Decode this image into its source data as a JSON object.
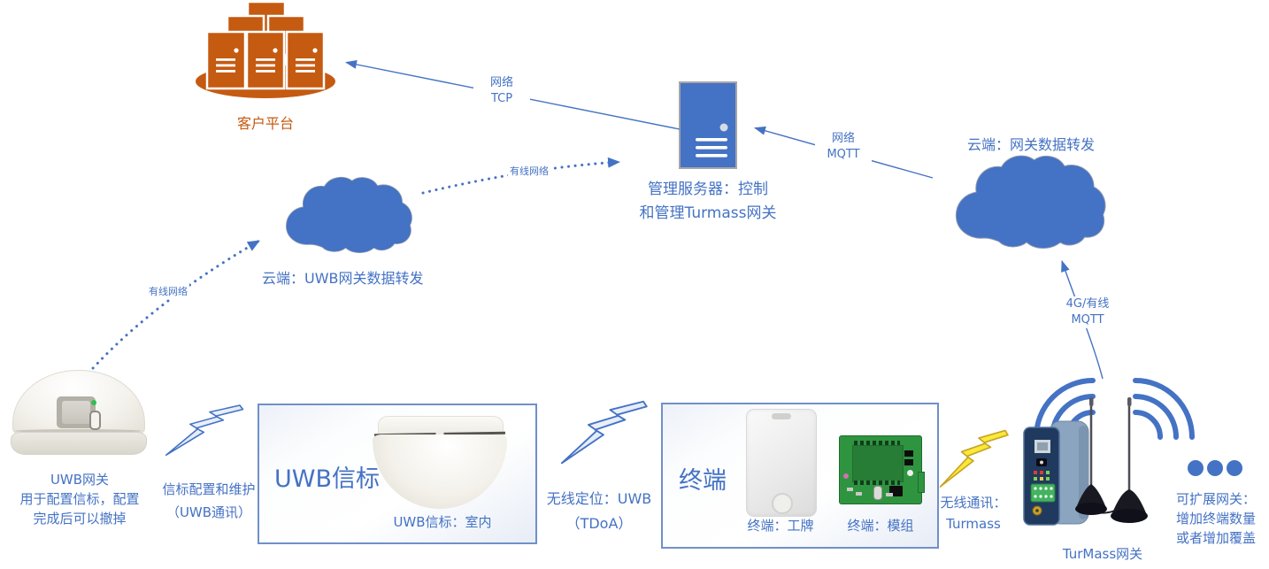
{
  "colors": {
    "accent_blue": "#4472C4",
    "accent_orange": "#C55A11",
    "bolt_yellow": "#F7E018",
    "box_border": "#7090C8"
  },
  "nodes": {
    "customer_platform": {
      "label": "客户平台"
    },
    "management_server": {
      "line1": "管理服务器：控制",
      "line2": "和管理Turmass网关"
    },
    "cloud_uwb": {
      "label": "云端：UWB网关数据转发"
    },
    "cloud_turmass": {
      "label": "云端：网关数据转发"
    },
    "uwb_gateway": {
      "line1": "UWB网关",
      "line2": "用于配置信标，配置",
      "line3": "完成后可以撤掉"
    },
    "uwb_beacon_box": {
      "title": "UWB信标",
      "caption": "UWB信标：室内"
    },
    "terminal_box": {
      "title": "终端",
      "badge_caption": "终端：工牌",
      "module_caption": "终端：模组"
    },
    "turmass_gateway": {
      "label": "TurMass网关"
    },
    "expandable_gateway": {
      "line1": "可扩展网关：",
      "line2": "增加终端数量",
      "line3": "或者增加覆盖"
    }
  },
  "links": {
    "tcp": {
      "line1": "网络",
      "line2": "TCP"
    },
    "mqtt": {
      "line1": "网络",
      "line2": "MQTT"
    },
    "wired_left": {
      "label": "有线网络"
    },
    "wired_mid": {
      "label": "有线网络"
    },
    "fourg": {
      "line1": "4G/有线",
      "line2": "MQTT"
    },
    "beacon_config": {
      "line1": "信标配置和维护",
      "line2": "（UWB通讯）"
    },
    "positioning": {
      "line1": "无线定位：UWB",
      "line2": "（TDoA）"
    },
    "turmass_comm": {
      "line1": "无线通讯：",
      "line2": "Turmass"
    }
  }
}
